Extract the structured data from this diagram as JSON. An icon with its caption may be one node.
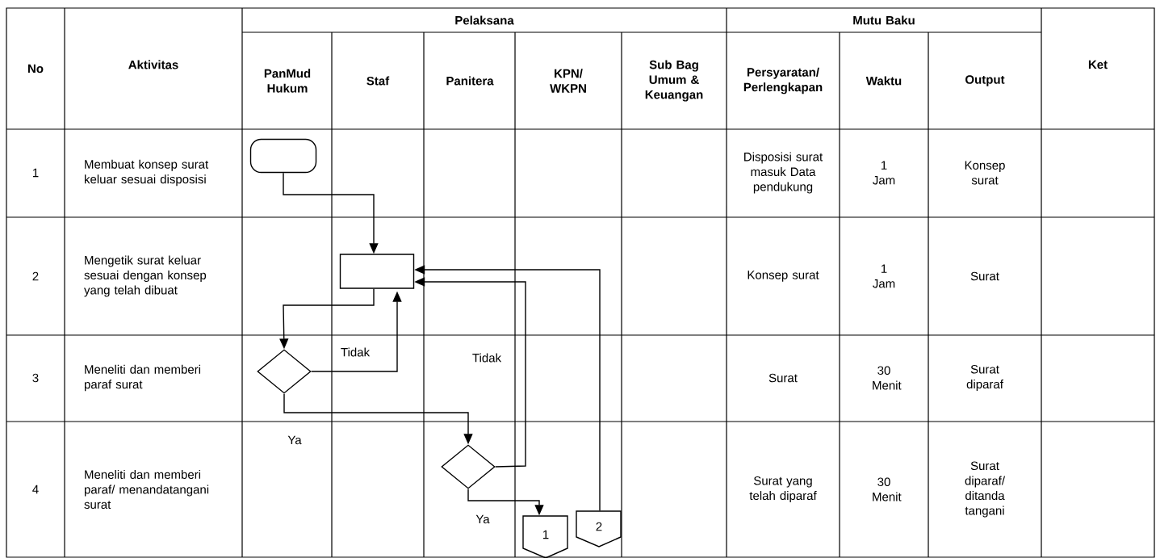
{
  "diagram": {
    "nodes": [
      {
        "text": [],
        "shape": "terminator"
      },
      {
        "text": [],
        "shape": "box"
      },
      {
        "text": [],
        "shape": "diamond"
      },
      {
        "text": [],
        "shape": "diamond"
      },
      {
        "text": [
          "1"
        ]
      },
      {
        "text": [
          "2"
        ]
      }
    ],
    "edges": [
      {
        "from": 0,
        "to": 1,
        "arrow": "to"
      },
      {
        "from": 1,
        "to": 2,
        "arrow": "to"
      },
      {
        "from": 2,
        "to": 1,
        "arrow": "to",
        "label": "Tidak"
      },
      {
        "from": 2,
        "to": 3,
        "arrow": "to",
        "label": "Ya"
      },
      {
        "from": 3,
        "to": 1,
        "arrow": "to",
        "label": "Tidak"
      },
      {
        "from": 3,
        "to": 4,
        "arrow": "to",
        "label": "Ya"
      },
      {
        "from": 5,
        "to": 1,
        "arrow": "to"
      }
    ],
    "labels": [
      "No",
      "Aktivitas",
      "Pelaksana",
      "Mutu Baku",
      "Ket",
      "PanMud Hukum",
      "Staf",
      "Panitera",
      "KPN/ WKPN",
      "Sub Bag Umum & Keuangan",
      "Persyaratan/ Perlengkapan",
      "Waktu",
      "Output",
      "1",
      "Membuat konsep surat keluar sesuai disposisi",
      "Disposisi surat masuk Data pendukung",
      "1 Jam",
      "Konsep surat",
      "2",
      "Mengetik surat keluar sesuai dengan konsep yang telah dibuat",
      "Konsep surat",
      "1 Jam",
      "Surat",
      "3",
      "Meneliti dan memberi paraf surat",
      "Surat",
      "30 Menit",
      "Surat diparaf",
      "4",
      "Meneliti dan memberi paraf/ menandatangani surat",
      "Surat yang telah diparaf",
      "30 Menit",
      "Surat diparaf/ ditanda tangani"
    ]
  }
}
